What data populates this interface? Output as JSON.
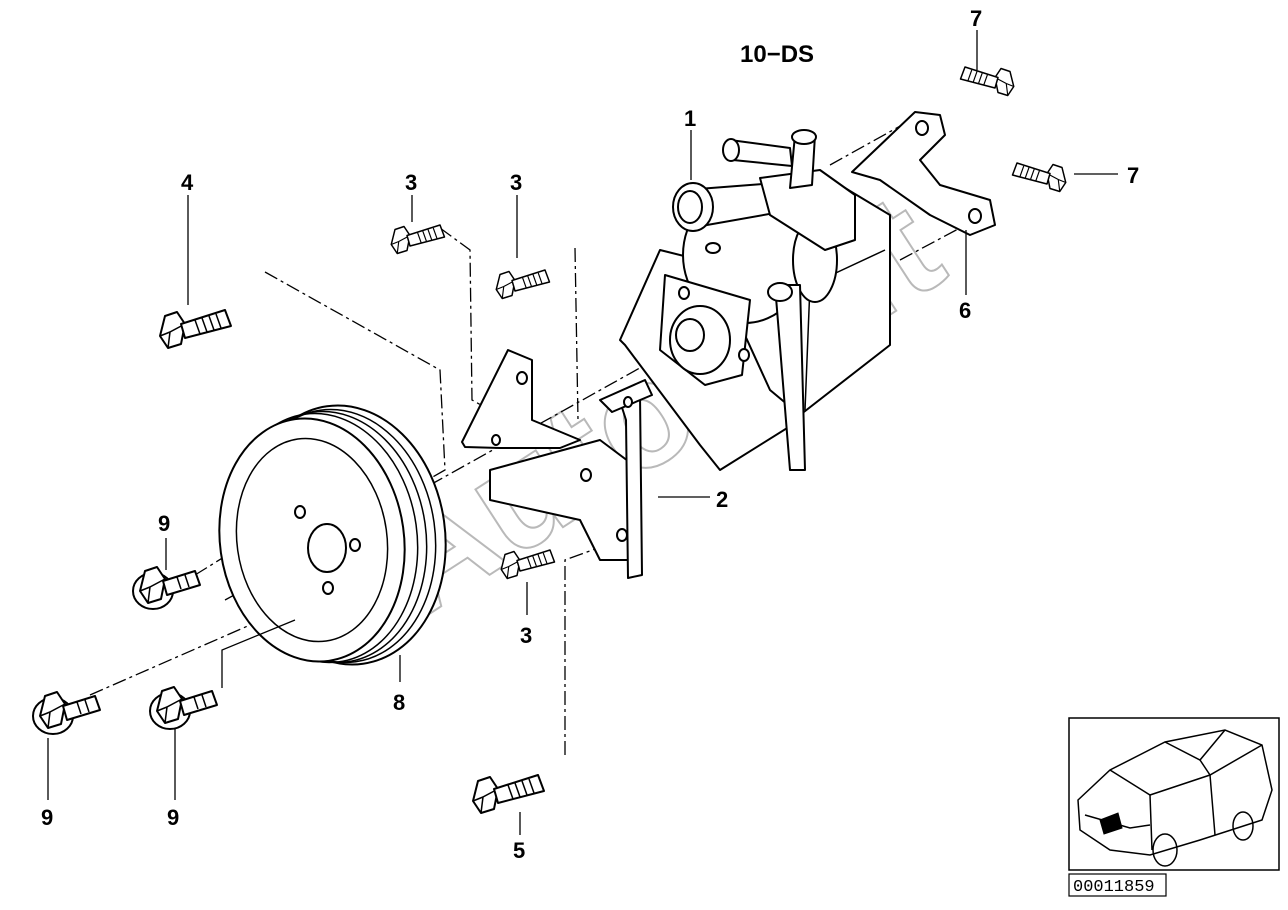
{
  "diagram": {
    "title": "10−DS",
    "watermark": "AutoSoft",
    "reference_number": "00011859",
    "callouts": {
      "pump": "1",
      "bracket": "2",
      "screw_upper_left": "3",
      "screw_upper_right": "3",
      "screw_lower": "3",
      "bolt_top_left": "4",
      "bolt_bottom": "5",
      "plate": "6",
      "screw_top": "7",
      "screw_right": "7",
      "pulley": "8",
      "pulley_bolt_upper": "9",
      "pulley_bolt_left": "9",
      "pulley_bolt_middle": "9"
    }
  }
}
